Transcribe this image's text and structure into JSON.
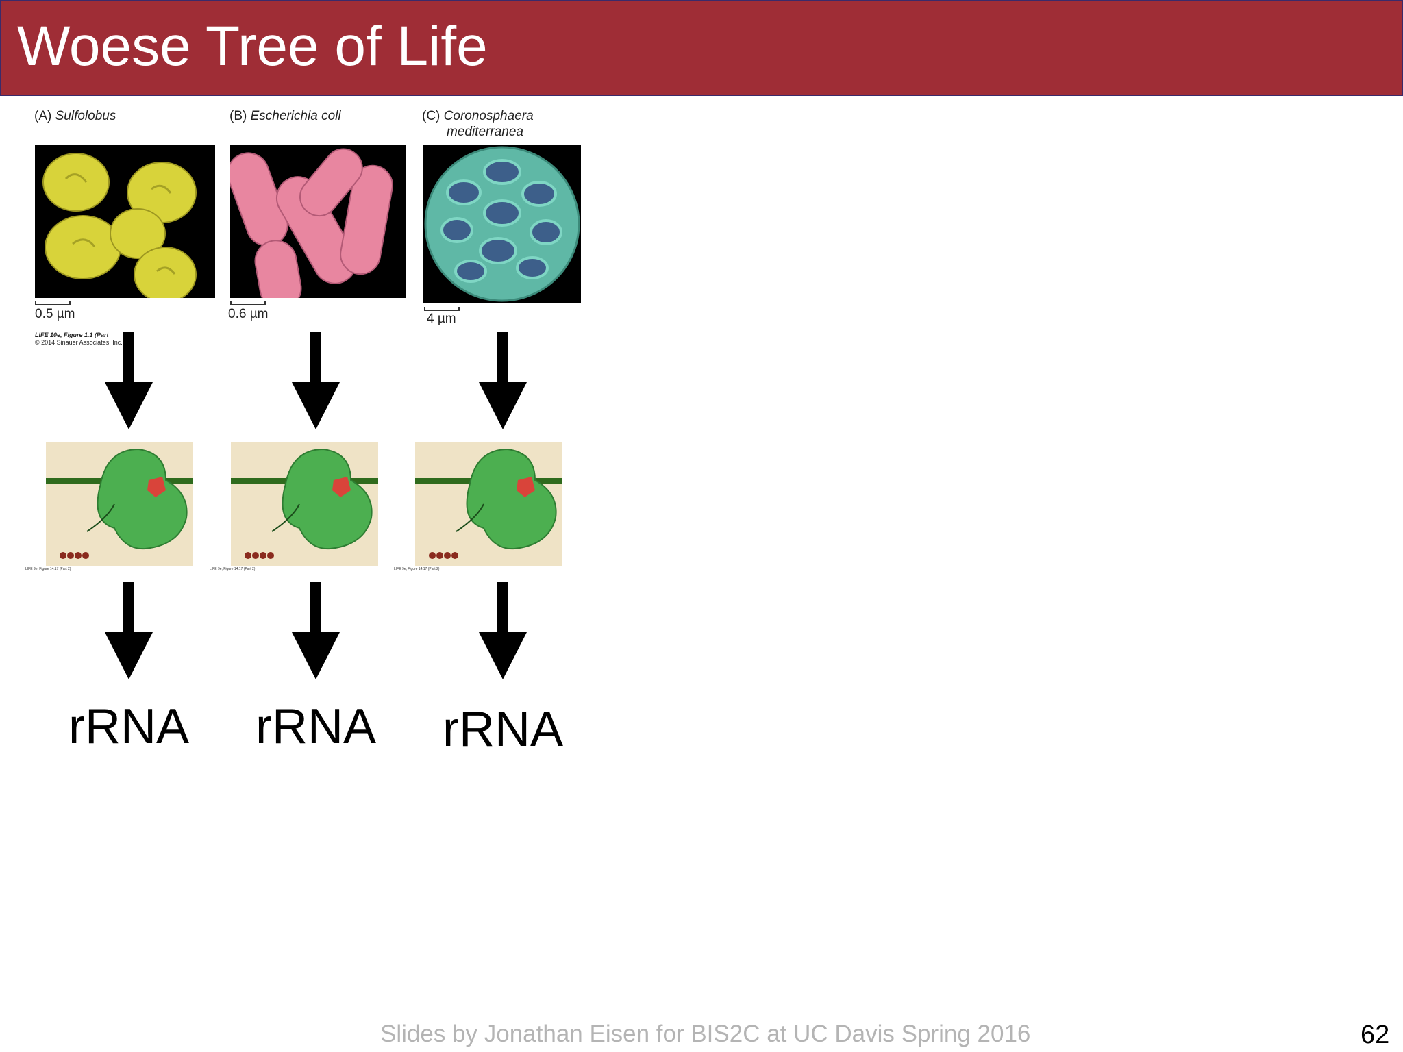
{
  "slide": {
    "title": "Woese Tree of Life",
    "footer": "Slides by Jonathan Eisen for BIS2C at UC Davis Spring 2016",
    "page_number": "62"
  },
  "figure": {
    "panels": [
      {
        "letter": "(A)",
        "organism": "Sulfolobus",
        "organism_line2": "",
        "scale": "0.5 µm",
        "color": "#d8d33a"
      },
      {
        "letter": "(B)",
        "organism": "Escherichia coli",
        "organism_line2": "",
        "scale": "0.6 µm",
        "color": "#e886a0"
      },
      {
        "letter": "(C)",
        "organism": "Coronosphaera",
        "organism_line2": "mediterranea",
        "scale": "4 µm",
        "color": "#5fb8a6"
      }
    ],
    "credit_title": "LIFE 10e, Figure 1.1 (Part",
    "credit_copyright": "© 2014 Sinauer Associates, Inc."
  },
  "ribosome": {
    "caption": "LIFE 9e, Figure 14.17 (Part 2)"
  },
  "results": [
    "rRNA",
    "rRNA",
    "rRNA"
  ]
}
